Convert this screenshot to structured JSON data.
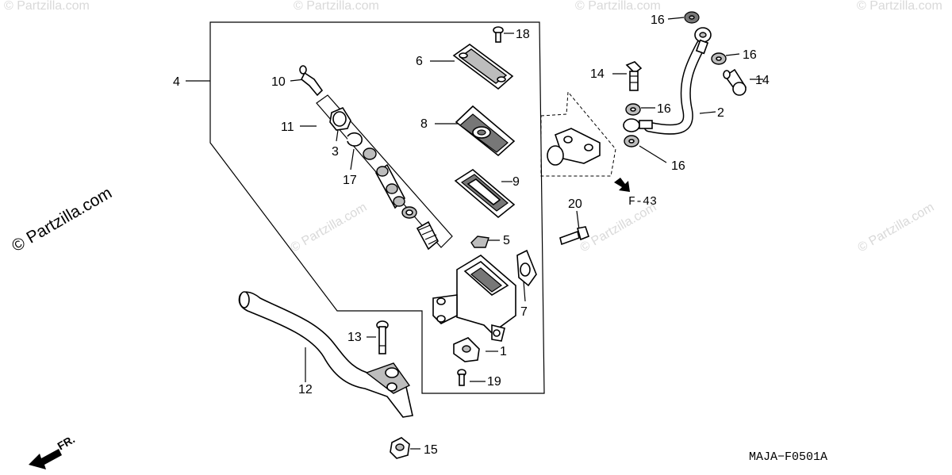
{
  "diagram": {
    "drawing_code": "MAJA−F0501A",
    "reference_label": "F-43",
    "front_label": "FR.",
    "watermark": "© Partzilla.com",
    "callouts": {
      "c1": "1",
      "c2": "2",
      "c3": "3",
      "c4": "4",
      "c5": "5",
      "c6": "6",
      "c7": "7",
      "c8": "8",
      "c9": "9",
      "c10": "10",
      "c11": "11",
      "c12": "12",
      "c13": "13",
      "c14a": "14",
      "c14b": "14",
      "c15": "15",
      "c16a": "16",
      "c16b": "16",
      "c16c": "16",
      "c16d": "16",
      "c17": "17",
      "c18": "18",
      "c19": "19",
      "c20": "20"
    }
  }
}
